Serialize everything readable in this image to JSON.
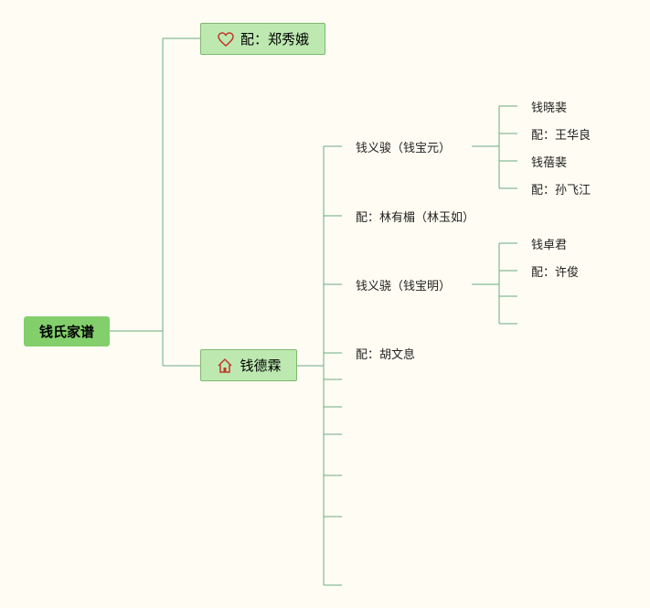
{
  "tree": {
    "root": {
      "label": "钱氏家谱"
    },
    "spouse": {
      "label": "配：郑秀娥",
      "icon": "heart-icon"
    },
    "head": {
      "label": "钱德霖",
      "icon": "house-icon"
    },
    "gen2": [
      {
        "label": "钱义骏（钱宝元）"
      },
      {
        "label": "配：林有楣（林玉如）"
      },
      {
        "label": "钱义骁（钱宝明）"
      },
      {
        "label": "配：胡文息"
      }
    ],
    "gen3_a": [
      {
        "label": "钱晓裴"
      },
      {
        "label": "配：王华良"
      },
      {
        "label": "钱蓓裴"
      },
      {
        "label": "配：孙飞江"
      }
    ],
    "gen3_b": [
      {
        "label": "钱卓君"
      },
      {
        "label": "配：许俊"
      }
    ]
  },
  "colors": {
    "background": "#fffdf3",
    "root_fill": "#83cf6c",
    "box_fill": "#bde9b1",
    "box_border": "#7cb86c",
    "line": "#6aab80",
    "heart": "#c0392b",
    "house": "#c0392b"
  }
}
